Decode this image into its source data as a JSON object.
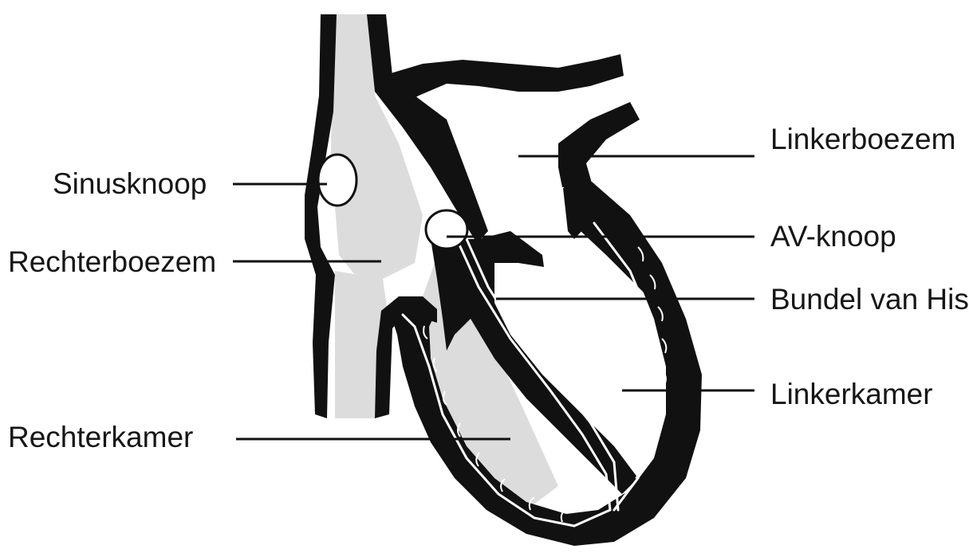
{
  "diagram": {
    "labels": {
      "sinusknoop": "Sinusknoop",
      "rechterboezem": "Rechterboezem",
      "rechterkamer": "Rechterkamer",
      "linkerboezem": "Linkerboezem",
      "av_knoop": "AV-knoop",
      "bundel_van_his": "Bundel van His",
      "linkerkamer": "Linkerkamer"
    },
    "colors": {
      "muscle": "#111111",
      "chamber_fill": "#dcdcdc",
      "node_fill": "#ffffff",
      "conduction": "#ffffff",
      "leader_line": "#111111"
    }
  }
}
